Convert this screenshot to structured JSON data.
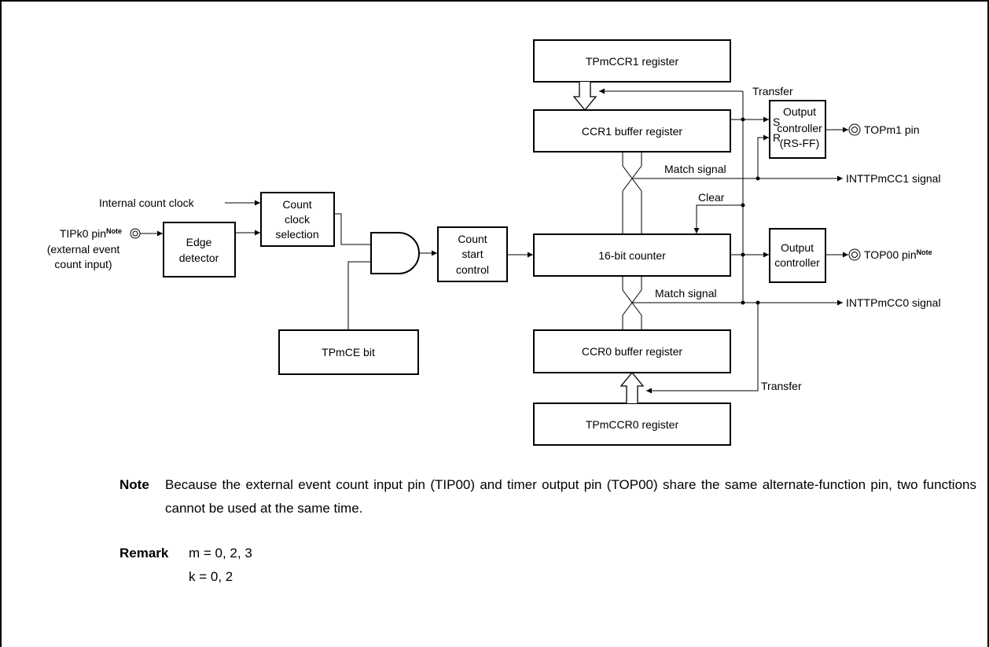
{
  "diagram": {
    "boxes": {
      "tpmccr1_register": "TPmCCR1 register",
      "ccr1_buffer": "CCR1 buffer register",
      "output_controller_rs": [
        "Output",
        "controller",
        "(RS-FF)"
      ],
      "rs_s": "S",
      "rs_r": "R",
      "count_clock_selection": [
        "Count",
        "clock",
        "selection"
      ],
      "edge_detector": [
        "Edge",
        "detector"
      ],
      "count_start_control": [
        "Count",
        "start",
        "control"
      ],
      "counter_16bit": "16-bit counter",
      "output_controller": [
        "Output",
        "controller"
      ],
      "tpmce_bit": "TPmCE bit",
      "ccr0_buffer": "CCR0 buffer register",
      "tpmccr0_register": "TPmCCR0 register"
    },
    "labels": {
      "transfer_top": "Transfer",
      "transfer_bottom": "Transfer",
      "match_signal_1": "Match signal",
      "match_signal_0": "Match signal",
      "clear": "Clear",
      "internal_count_clock": "Internal count clock",
      "intt_cc1": "INTTPmCC1 signal",
      "intt_cc0": "INTTPmCC0 signal",
      "topm1_pin": "TOPm1 pin",
      "top00_pin": "TOP00 pin",
      "tipk0_pin": "TIPk0 pin",
      "tipk0_desc_1": "(external event",
      "tipk0_desc_2": "count input)",
      "note_sup": "Note"
    }
  },
  "note": {
    "label": "Note",
    "text": "Because the external event count input pin (TIP00) and timer output pin (TOP00) share the same alternate-function pin, two functions cannot be used at the same time."
  },
  "remark": {
    "label": "Remark",
    "line1": "m = 0, 2, 3",
    "line2": "k = 0, 2"
  }
}
